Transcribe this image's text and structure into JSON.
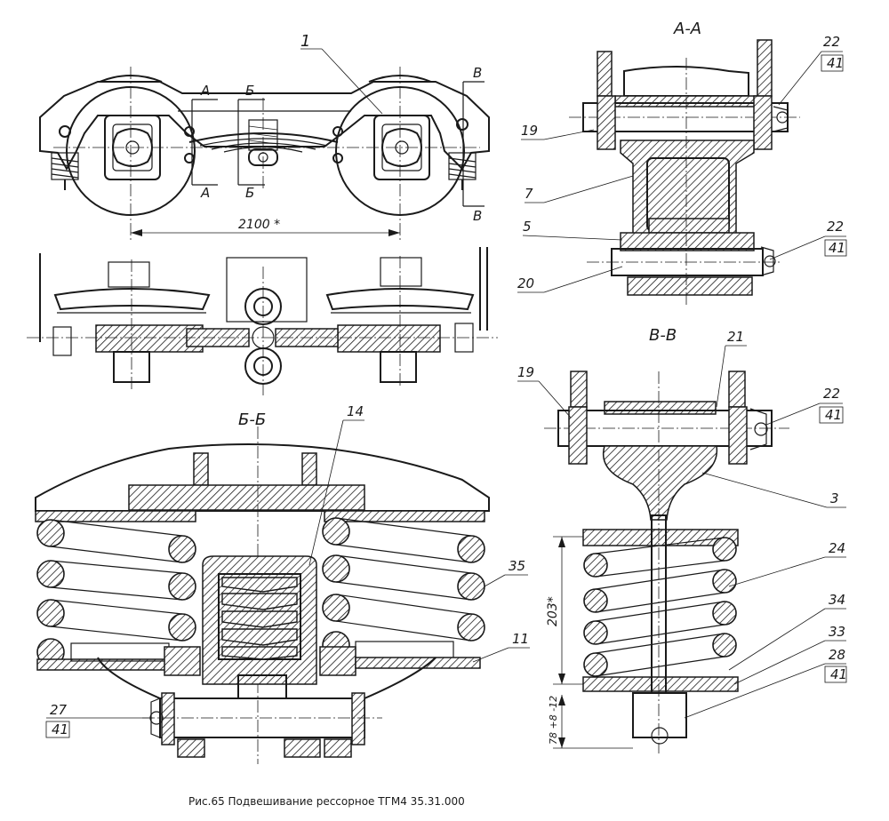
{
  "caption": "Рис.65 Подвешивание рессорное ТГМ4 35.31.000",
  "sections": {
    "aa": "А-А",
    "bb": "Б-Б",
    "vv": "В-В"
  },
  "cut_marks": {
    "a": "А",
    "b": "Б",
    "v": "В"
  },
  "dimensions": {
    "wheelbase": "2100 *",
    "spring_height": "203*",
    "bolt_gap": "78 +8 -12"
  },
  "callouts": [
    {
      "id": "c1",
      "text": "1"
    },
    {
      "id": "c19a",
      "text": "19"
    },
    {
      "id": "c7",
      "text": "7"
    },
    {
      "id": "c5",
      "text": "5"
    },
    {
      "id": "c20",
      "text": "20"
    },
    {
      "id": "c22a_top",
      "text": "22"
    },
    {
      "id": "c22a_bot",
      "text": "41"
    },
    {
      "id": "c22b_top",
      "text": "22"
    },
    {
      "id": "c22b_bot",
      "text": "41"
    },
    {
      "id": "c21",
      "text": "21"
    },
    {
      "id": "c19b",
      "text": "19"
    },
    {
      "id": "c22c_top",
      "text": "22"
    },
    {
      "id": "c22c_bot",
      "text": "41"
    },
    {
      "id": "c3",
      "text": "3"
    },
    {
      "id": "c24",
      "text": "24"
    },
    {
      "id": "c34",
      "text": "34"
    },
    {
      "id": "c33",
      "text": "33"
    },
    {
      "id": "c28_top",
      "text": "28"
    },
    {
      "id": "c28_bot",
      "text": "41"
    },
    {
      "id": "c14",
      "text": "14"
    },
    {
      "id": "c35",
      "text": "35"
    },
    {
      "id": "c11",
      "text": "11"
    },
    {
      "id": "c27_top",
      "text": "27"
    },
    {
      "id": "c27_bot",
      "text": "41"
    }
  ]
}
